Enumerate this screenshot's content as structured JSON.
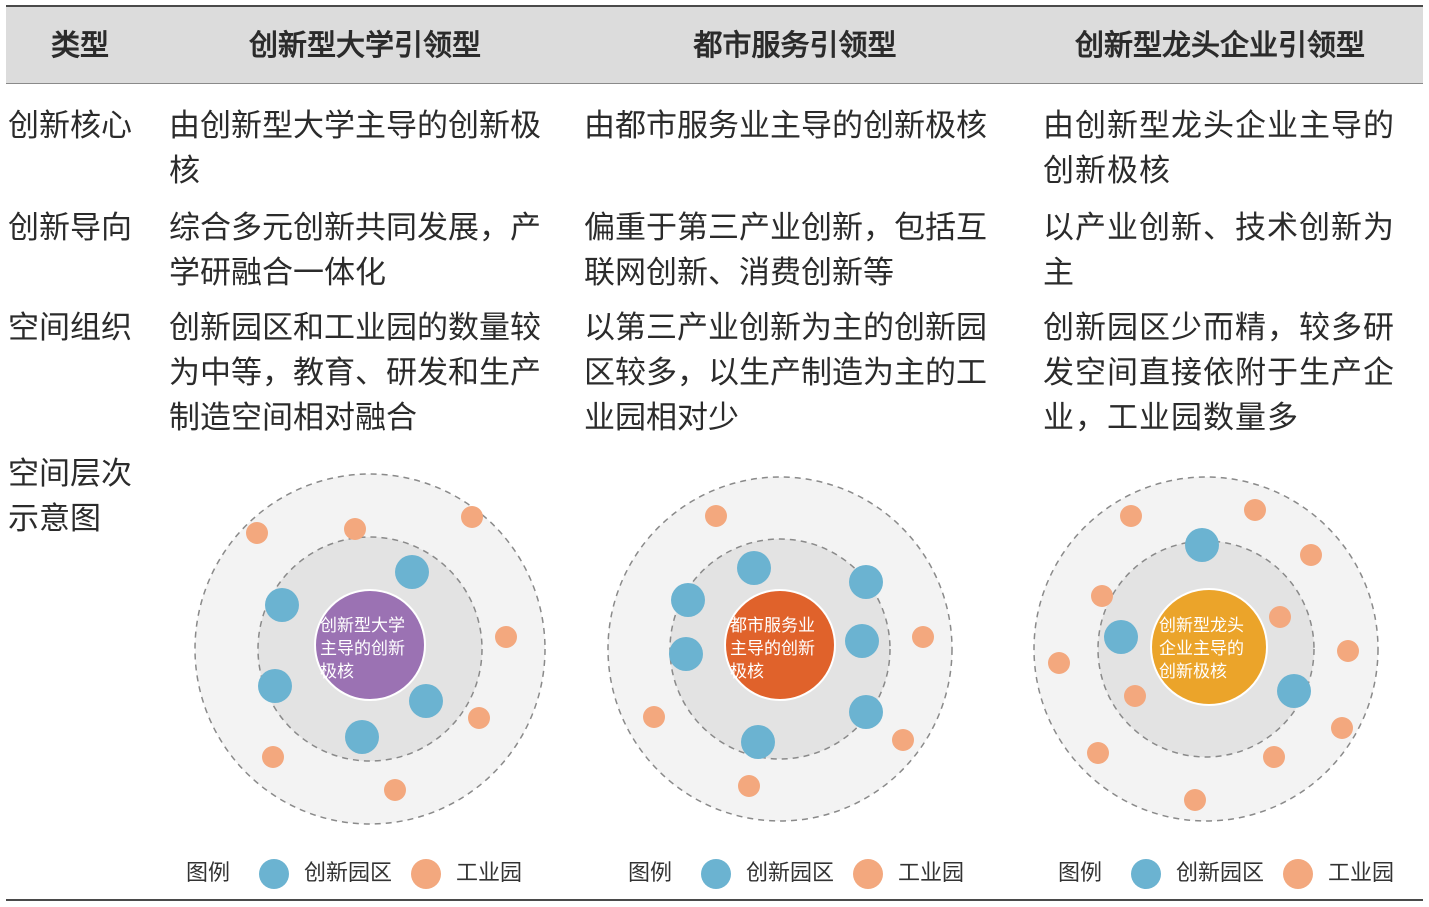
{
  "header": {
    "type": "类型",
    "col1": "创新型大学引领型",
    "col2": "都市服务引领型",
    "col3": "创新型龙头企业引领型"
  },
  "rows": [
    {
      "label": "创新核心",
      "col1": "由创新型大学主导的创新极核",
      "col2": "由都市服务业主导的创新极核",
      "col3": "由创新型龙头企业主导的创新极核"
    },
    {
      "label": "创新导向",
      "col1": "综合多元创新共同发展，产学研融合一体化",
      "col2": "偏重于第三产业创新，包括互联网创新、消费创新等",
      "col3": "以产业创新、技术创新为主"
    },
    {
      "label": "空间组织",
      "col1": "创新园区和工业园的数量较为中等，教育、研发和生产制造空间相对融合",
      "col2": "以第三产业创新为主的创新园区较多，以生产制造为主的工业园相对少",
      "col3": "创新园区少而精，较多研发空间直接依附于生产企业，工业园数量多"
    }
  ],
  "diagram_row": {
    "label_line1": "空间层次",
    "label_line2": "示意图"
  },
  "diagrams": [
    {
      "core_lines": [
        "创新型大学",
        "主导的创新",
        "极核"
      ],
      "core_color": "#9b72b3"
    },
    {
      "core_lines": [
        "都市服务业",
        "主导的创新",
        "极核"
      ],
      "core_color": "#e0622b"
    },
    {
      "core_lines": [
        "创新型龙头",
        "企业主导的",
        "创新极核"
      ],
      "core_color": "#eba42a"
    }
  ],
  "legend": {
    "title": "图例",
    "innovation_park": "创新园区",
    "industrial_park": "工业园"
  },
  "colors": {
    "innovation_park": "#6bb3d1",
    "industrial_park": "#f3a87e",
    "outer_ring_fill": "#f3f3f3",
    "inner_ring_fill": "#e3e3e3",
    "header_bg": "#dcdcdc"
  }
}
